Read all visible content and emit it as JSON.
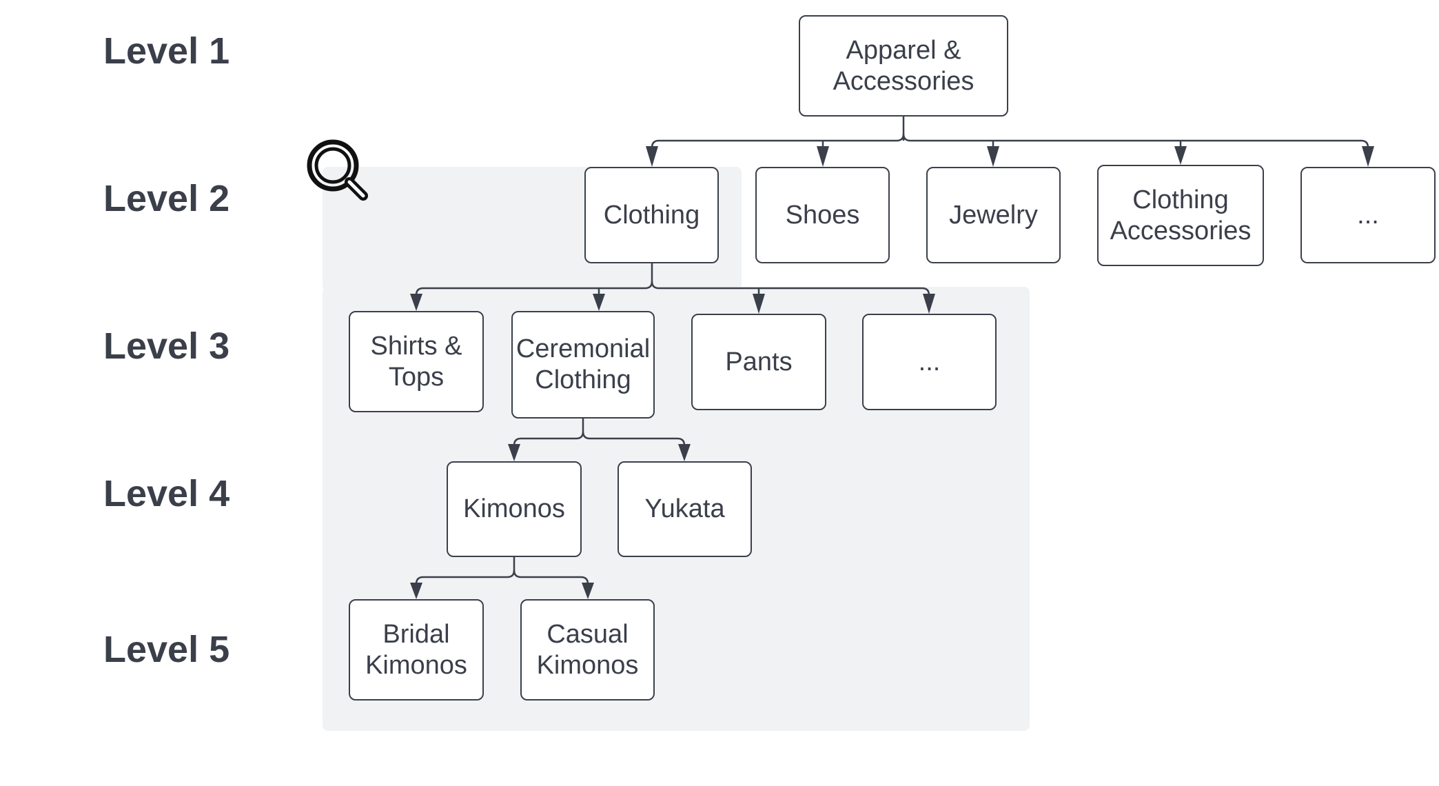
{
  "levels": [
    "Level 1",
    "Level 2",
    "Level 3",
    "Level 4",
    "Level 5"
  ],
  "nodes": {
    "apparel": "Apparel &\nAccessories",
    "clothing": "Clothing",
    "shoes": "Shoes",
    "jewelry": "Jewelry",
    "clothing_accessories": "Clothing\nAccessories",
    "level2_more": "...",
    "shirts_tops": "Shirts &\nTops",
    "ceremonial_clothing": "Ceremonial\nClothing",
    "pants": "Pants",
    "level3_more": "...",
    "kimonos": "Kimonos",
    "yukata": "Yukata",
    "bridal_kimonos": "Bridal\nKimonos",
    "casual_kimonos": "Casual\nKimonos"
  },
  "icons": {
    "highlight": "magnifying-glass-icon"
  },
  "colors": {
    "text": "#3a3f4a",
    "line": "#3a3f4a",
    "highlight_background": "#f1f2f4",
    "node_fill": "#ffffff"
  }
}
